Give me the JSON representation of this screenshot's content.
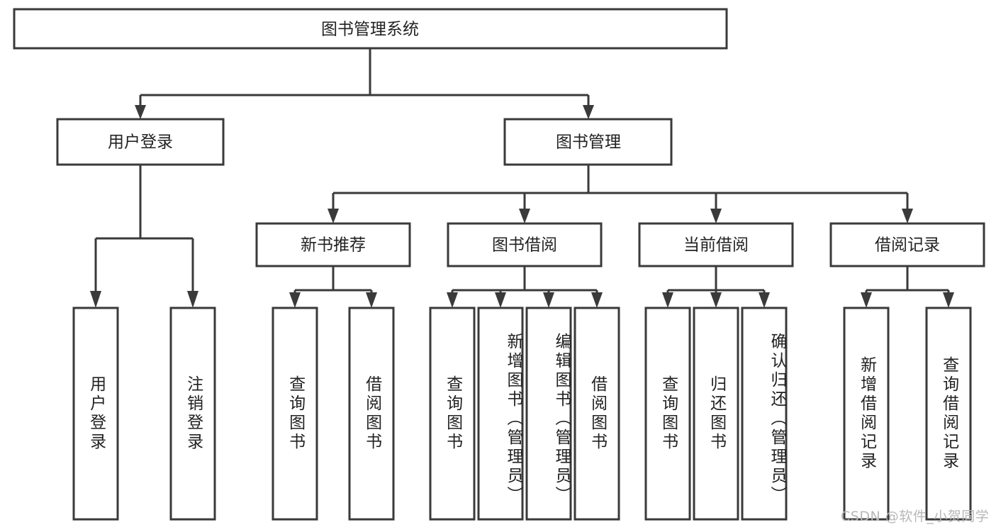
{
  "diagram": {
    "type": "tree-hierarchy-flowchart",
    "title": "图书管理系统",
    "watermark": "CSDN @软件_小贺同学",
    "colors": {
      "box_stroke": "#3a3a3a",
      "box_fill": "#ffffff",
      "text": "#222222",
      "background": "#ffffff",
      "watermark": "#b8b8b8"
    },
    "root": {
      "label": "图书管理系统"
    },
    "level2": [
      {
        "label": "用户登录"
      },
      {
        "label": "图书管理"
      }
    ],
    "level3": [
      {
        "label": "新书推荐"
      },
      {
        "label": "图书借阅"
      },
      {
        "label": "当前借阅"
      },
      {
        "label": "借阅记录"
      }
    ],
    "leaves": {
      "user_login": [
        {
          "label": "用户登录"
        },
        {
          "label": "注销登录"
        }
      ],
      "new_book_recommend": [
        {
          "label": "查询图书"
        },
        {
          "label": "借阅图书"
        }
      ],
      "book_borrow": [
        {
          "label": "查询图书"
        },
        {
          "label": "新增图书（管理员）"
        },
        {
          "label": "编辑图书（管理员）"
        },
        {
          "label": "借阅图书"
        }
      ],
      "current_borrow": [
        {
          "label": "查询图书"
        },
        {
          "label": "归还图书"
        },
        {
          "label": "确认归还（管理员）"
        }
      ],
      "borrow_record": [
        {
          "label": "新增借阅记录"
        },
        {
          "label": "查询借阅记录"
        }
      ]
    }
  }
}
